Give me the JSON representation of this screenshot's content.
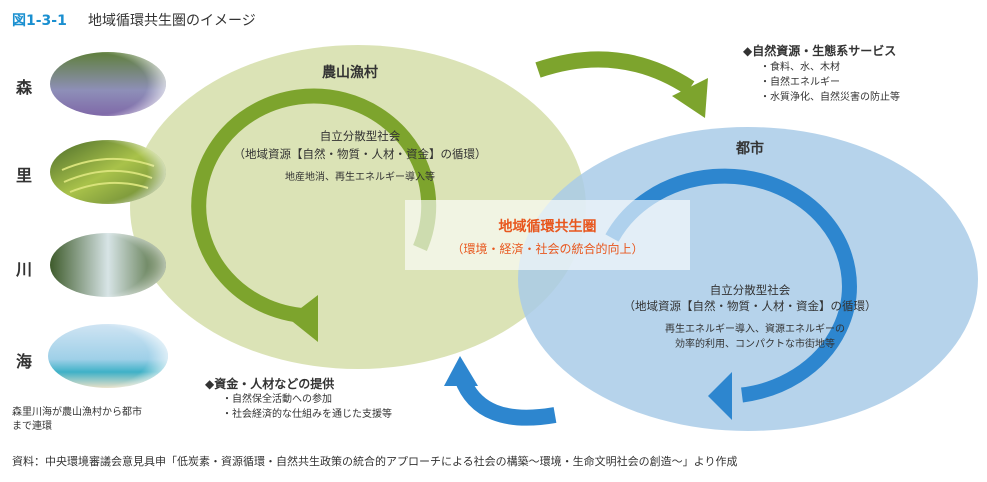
{
  "figure": {
    "number": "図1-3-1",
    "title": "地域循環共生圏のイメージ"
  },
  "side_labels": [
    "森",
    "里",
    "川",
    "海"
  ],
  "side_note": [
    "森里川海が農山漁村から都市",
    "まで連環"
  ],
  "rural": {
    "title": "農山漁村",
    "sub1": "自立分散型社会",
    "sub2": "（地域資源【自然・物質・人材・資金】の循環）",
    "detail": "地産地消、再生エネルギー導入等"
  },
  "urban": {
    "title": "都市",
    "sub1": "自立分散型社会",
    "sub2": "（地域資源【自然・物質・人材・資金】の循環）",
    "detail1": "再生エネルギー導入、資源エネルギーの",
    "detail2": "効率的利用、コンパクトな市街地等"
  },
  "center": {
    "title": "地域循環共生圏",
    "subtitle": "（環境・経済・社会の統合的向上）"
  },
  "ecosystem_services": {
    "heading": "◆自然資源・生態系サービス",
    "items": [
      "・食料、水、木材",
      "・自然エネルギー",
      "・水質浄化、自然災害の防止等"
    ]
  },
  "funds_people": {
    "heading": "◆資金・人材などの提供",
    "items": [
      "・自然保全活動への参加",
      "・社会経済的な仕組みを通じた支援等"
    ]
  },
  "source": "資料：中央環境審議会意見具申「低炭素・資源循環・自然共生政策の統合的アプローチによる社会の構築〜環境・生命文明社会の創造〜」より作成",
  "colors": {
    "green_ellipse": "#d9e2b2",
    "green_arrow": "#7da42d",
    "blue_ellipse": "#a9cbe8",
    "blue_arrow": "#2d86cf",
    "accent_orange": "#e8571e",
    "title_blue": "#1a8fd0"
  },
  "icons": [
    "forest-photo",
    "terraced-field-photo",
    "river-photo",
    "sea-photo"
  ]
}
